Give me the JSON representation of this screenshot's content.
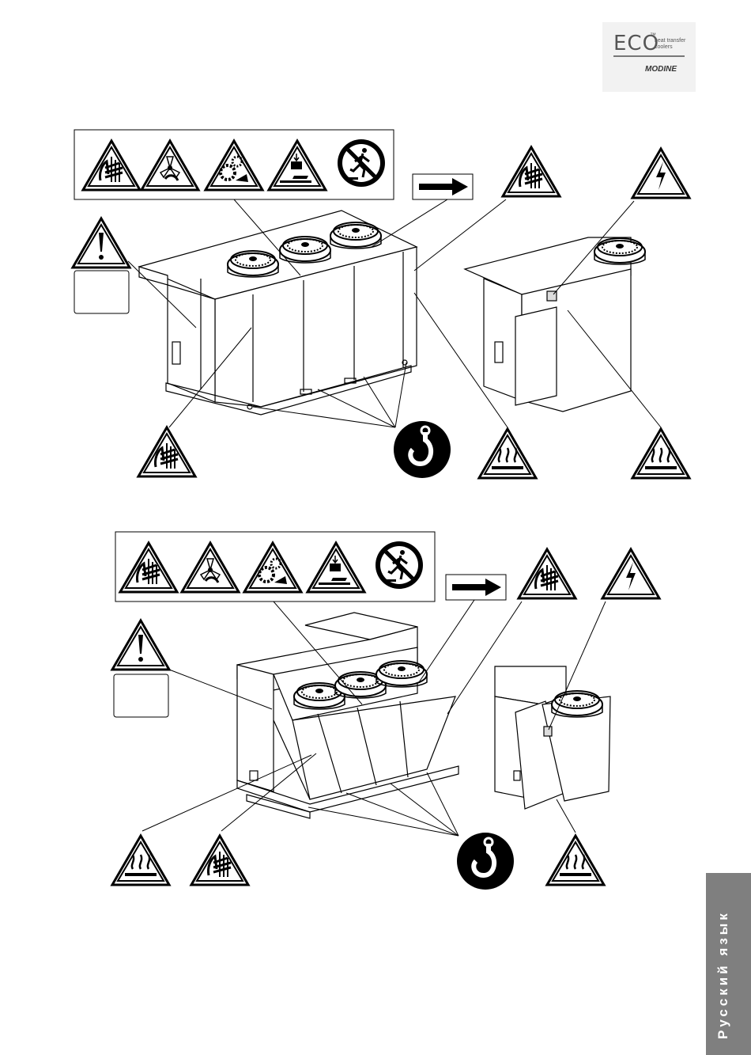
{
  "logo": {
    "product": "ECO",
    "tm": "™",
    "tagline_1": "heat transfer",
    "tagline_2": "coolers",
    "brand": "MODINE"
  },
  "side_tab": {
    "language": "Русский язык"
  },
  "icons": [
    "hand-hazard",
    "fan-hazard",
    "gear-hazard",
    "crush-hazard",
    "no-step",
    "direction-arrow",
    "warning-exclamation",
    "electric-hazard",
    "hot-surface-hazard",
    "lifting-hook"
  ]
}
